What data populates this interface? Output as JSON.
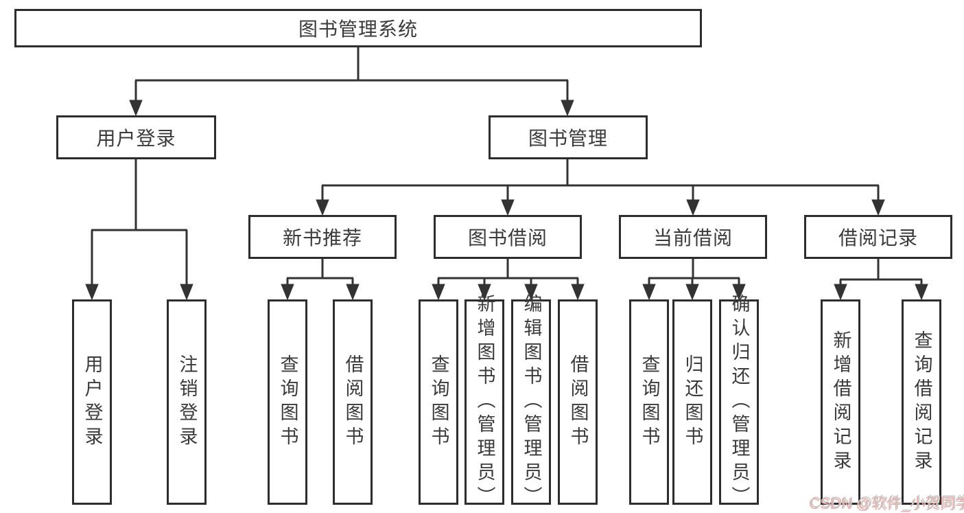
{
  "diagram": {
    "root": {
      "label": "图书管理系统",
      "children": [
        {
          "label": "用户登录",
          "children": [
            {
              "label": "用户登录"
            },
            {
              "label": "注销登录"
            }
          ]
        },
        {
          "label": "图书管理",
          "children": [
            {
              "label": "新书推荐",
              "children": [
                {
                  "label": "查询图书"
                },
                {
                  "label": "借阅图书"
                }
              ]
            },
            {
              "label": "图书借阅",
              "children": [
                {
                  "label": "查询图书"
                },
                {
                  "label": "新增图书（管理员）"
                },
                {
                  "label": "编辑图书（管理员）"
                },
                {
                  "label": "借阅图书"
                }
              ]
            },
            {
              "label": "当前借阅",
              "children": [
                {
                  "label": "查询图书"
                },
                {
                  "label": "归还图书"
                },
                {
                  "label": "确认归还（管理员）"
                }
              ]
            },
            {
              "label": "借阅记录",
              "children": [
                {
                  "label": "新增借阅记录"
                },
                {
                  "label": "查询借阅记录"
                }
              ]
            }
          ]
        }
      ]
    },
    "watermark": "CSDN @软件_小贺同学",
    "colors": {
      "line": "#333333",
      "box_border": "#2d2d2d",
      "text": "#3a3a3a",
      "watermark_gray": "#c6c6c6",
      "watermark_red": "#eeaaa2",
      "background": "#ffffff"
    }
  }
}
